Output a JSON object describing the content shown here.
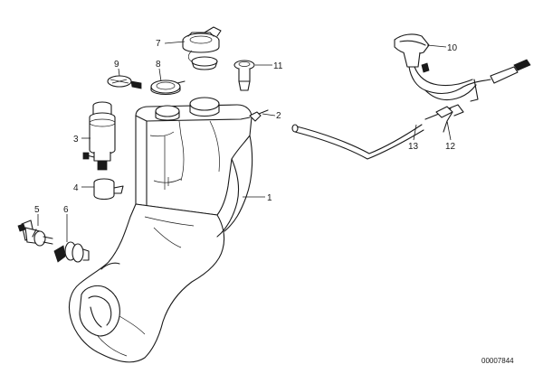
{
  "callouts": [
    {
      "id": "1",
      "text": "1"
    },
    {
      "id": "2",
      "text": "2"
    },
    {
      "id": "3",
      "text": "3"
    },
    {
      "id": "4",
      "text": "4"
    },
    {
      "id": "5",
      "text": "5"
    },
    {
      "id": "6",
      "text": "6"
    },
    {
      "id": "7",
      "text": "7"
    },
    {
      "id": "8",
      "text": "8"
    },
    {
      "id": "9",
      "text": "9"
    },
    {
      "id": "10",
      "text": "10"
    },
    {
      "id": "11",
      "text": "11"
    },
    {
      "id": "12",
      "text": "12"
    },
    {
      "id": "13",
      "text": "13"
    }
  ],
  "reference_number": "00007844"
}
